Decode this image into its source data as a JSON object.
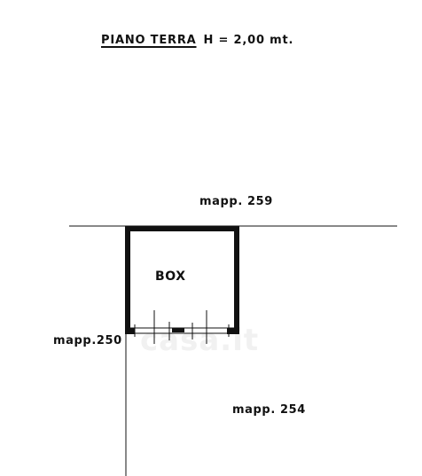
{
  "title": {
    "main": "PIANO TERRA",
    "height_note": "H = 2,00 mt."
  },
  "labels": {
    "top_parcel": "mapp. 259",
    "room": "BOX",
    "left_parcel": "mapp.250",
    "right_parcel": "mapp. 254"
  },
  "watermark": "casa.it",
  "colors": {
    "line": "#111111",
    "background": "#ffffff",
    "watermark": "#f1f1f1"
  }
}
